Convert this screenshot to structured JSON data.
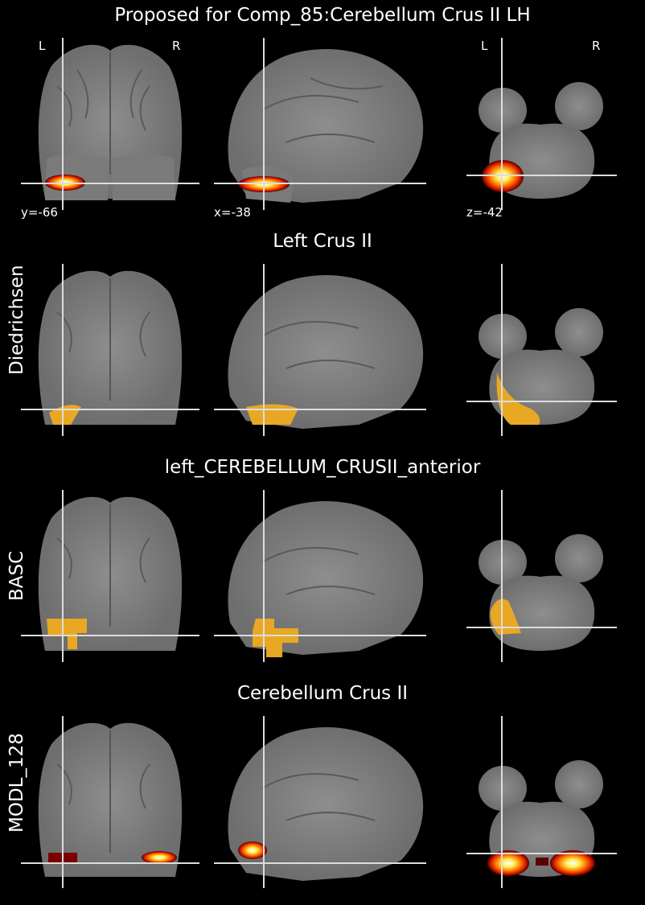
{
  "main_title": "Proposed for Comp_85:Cerebellum Crus II LH",
  "orientation": {
    "left": "L",
    "right": "R"
  },
  "coords": {
    "y": "y=-66",
    "x": "x=-38",
    "z": "z=-42"
  },
  "rows": [
    {
      "title": "",
      "side_label": ""
    },
    {
      "title": "Left Crus II",
      "side_label": "Diedrichsen"
    },
    {
      "title": "left_CEREBELLUM_CRUSII_anterior",
      "side_label": "BASC"
    },
    {
      "title": "Cerebellum Crus II",
      "side_label": "MODL_128"
    }
  ],
  "colors": {
    "background": "#000000",
    "brain": "#8a8a8a",
    "crosshair": "#dddddd",
    "atlas": "#e8a824",
    "hot": "#ff5a00"
  }
}
